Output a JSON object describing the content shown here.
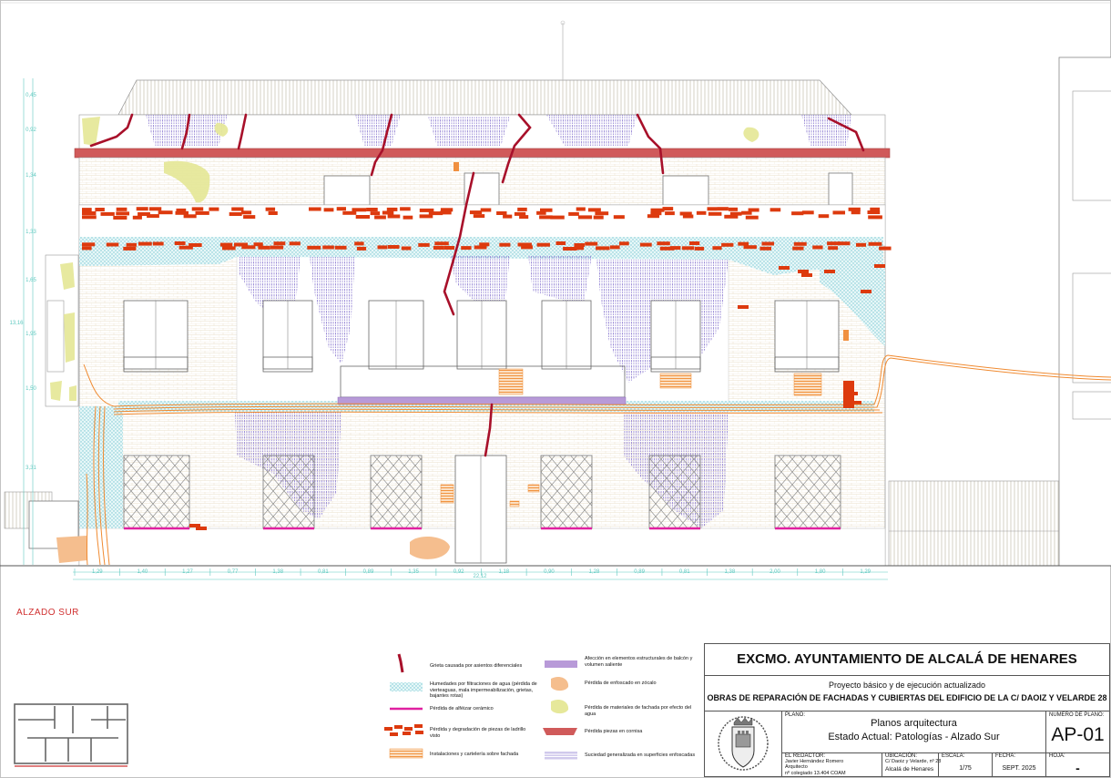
{
  "drawing_label": "ALZADO SUR",
  "dimensions": {
    "horizontal": [
      "1,29",
      "1,40",
      "1,27",
      "0,77",
      "1,38",
      "0,81",
      "0,89",
      "1,35",
      "0,92",
      "1,18",
      "0,90",
      "1,28",
      "0,89",
      "0,81",
      "1,38",
      "2,00",
      "1,80",
      "1,29"
    ],
    "total": "22,12",
    "vertical": [
      "0,45",
      "0,92",
      "1,34",
      "1,33",
      "1,65",
      "1,95",
      "1,50",
      "3,31"
    ],
    "height_total": "13,16"
  },
  "legend": [
    {
      "key": "crack",
      "text": "Grieta causada por asientos diferenciales",
      "color": "#a8102a"
    },
    {
      "key": "humidity",
      "text": "Humedades por filtraciones de agua (pérdida de vierteaguas, mala impermeabilización, grietas, bajantes rotas)",
      "color": "#7fcfd8"
    },
    {
      "key": "sill",
      "text": "Pérdida de alféizar cerámico",
      "color": "#e020a0"
    },
    {
      "key": "brick",
      "text": "Pérdida y degradación de piezas de ladrillo visto",
      "color": "#dd3a0e"
    },
    {
      "key": "install",
      "text": "Instalaciones y cartelería sobre fachada",
      "color": "#f09040"
    },
    {
      "key": "structural",
      "text": "Afección en elementos estructurales de balcón y volumen saliente",
      "color": "#b89ad8"
    },
    {
      "key": "plinth",
      "text": "Pérdida de enfoscado en zócalo",
      "color": "#f5be8e"
    },
    {
      "key": "water",
      "text": "Pérdida de materiales de fachada por efecto del agua",
      "color": "#e6e89a"
    },
    {
      "key": "cornice",
      "text": "Pérdida piezas en cornisa",
      "color": "#d05a5a"
    },
    {
      "key": "dirt",
      "text": "Suciedad generalizada en superficies enfoscadas",
      "color": "#8a78d0"
    }
  ],
  "title_block": {
    "authority": "EXCMO. AYUNTAMIENTO DE ALCALÁ DE HENARES",
    "project_line1": "Proyecto básico y de ejecución actualizado",
    "project_line2": "OBRAS DE REPARACIÓN DE FACHADAS Y CUBIERTAS DEL EDIFICIO DE LA C/ DAOIZ Y VELARDE 28",
    "plano_label": "PLANO:",
    "plano_title1": "Planos arquitectura",
    "plano_title2": "Estado Actual: Patologías - Alzado Sur",
    "numero_label": "NUMERO DE PLANO:",
    "numero": "AP-01",
    "redactor_label": "EL REDACTOR:",
    "redactor_lines": [
      "Javier Hernández Romero",
      "Arquitecto",
      "nº colegiado 13.404 COAM"
    ],
    "ubicacion_label": "UBICACIÓN:",
    "ubicacion_lines": [
      "C/ Daoiz y Velarde, nº 28",
      "Alcalá de Henares"
    ],
    "escala_label": "ESCALA:",
    "escala": "1/75",
    "fecha_label": "FECHA:",
    "fecha": "SEPT. 2025",
    "hoja_label": "HOJA:",
    "hoja": "-"
  }
}
